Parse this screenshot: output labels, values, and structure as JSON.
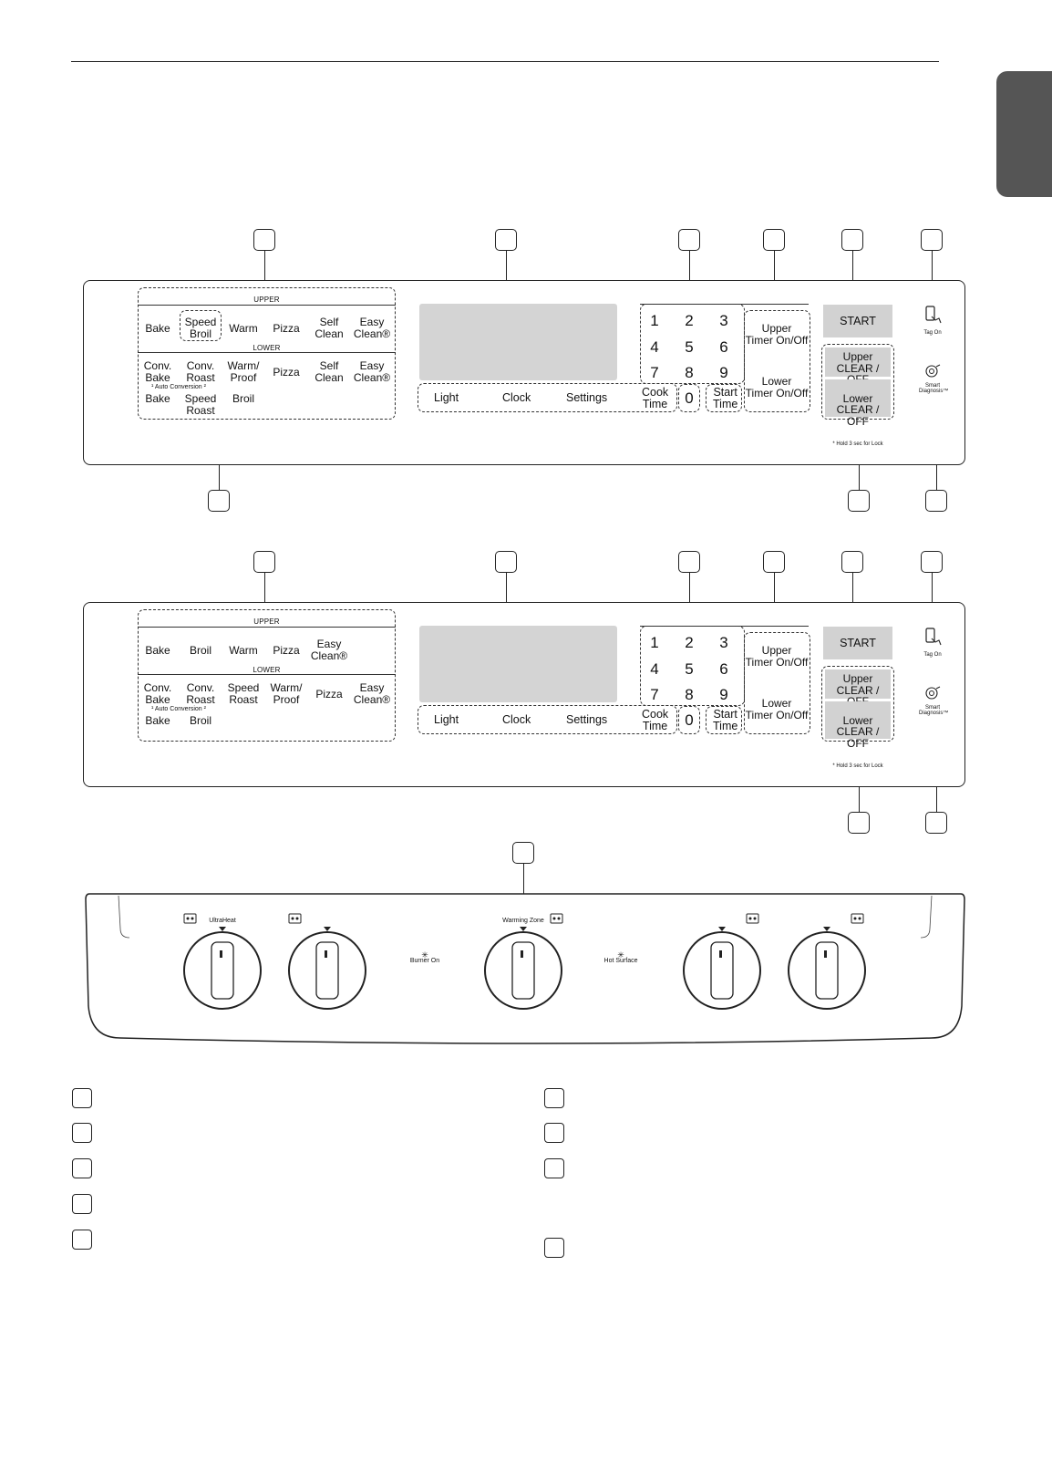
{
  "panel_a": {
    "mode_section": {
      "upper_caption": "UPPER",
      "lower_caption": "LOWER",
      "upper_modes": [
        "Bake",
        "Speed\nBroil",
        "Warm",
        "Pizza",
        "Self\nClean",
        "Easy\nClean®"
      ],
      "lower_modes_row1": [
        "Conv.\nBake",
        "Conv.\nRoast",
        "Warm/\nProof",
        "Pizza",
        "Self\nClean",
        "Easy\nClean®"
      ],
      "auto_conversion": "¹ Auto Conversion ²",
      "lower_modes_row2": [
        "Bake",
        "Speed\nRoast",
        "Broil"
      ]
    },
    "bottom_keys": [
      "Light",
      "Clock",
      "Settings",
      "Cook\nTime"
    ],
    "keypad": [
      "1",
      "2",
      "3",
      "4",
      "5",
      "6",
      "7",
      "8",
      "9",
      "0"
    ],
    "start_time": "Start\nTime",
    "upper_timer": "Upper\nTimer On/Off",
    "lower_timer": "Lower\nTimer On/Off",
    "start": "START",
    "upper_clear": "Upper\nCLEAR / OFF",
    "lower_clear": "Lower\nCLEAR / OFF",
    "lock_note": "* Hold 3 sec for Lock",
    "tag_on": "Tag On",
    "smart_diagnosis": "Smart\nDiagnosis™"
  },
  "panel_b": {
    "mode_section": {
      "upper_caption": "UPPER",
      "lower_caption": "LOWER",
      "upper_modes": [
        "Bake",
        "Broil",
        "Warm",
        "Pizza",
        "Easy\nClean®"
      ],
      "lower_modes_row1": [
        "Conv.\nBake",
        "Conv.\nRoast",
        "Speed\nRoast",
        "Warm/\nProof",
        "Pizza",
        "Easy\nClean®"
      ],
      "auto_conversion": "¹ Auto Conversion ²",
      "lower_modes_row2": [
        "Bake",
        "Broil"
      ]
    },
    "bottom_keys": [
      "Light",
      "Clock",
      "Settings",
      "Cook\nTime"
    ],
    "keypad": [
      "1",
      "2",
      "3",
      "4",
      "5",
      "6",
      "7",
      "8",
      "9",
      "0"
    ],
    "start_time": "Start\nTime",
    "upper_timer": "Upper\nTimer On/Off",
    "lower_timer": "Lower\nTimer On/Off",
    "start": "START",
    "upper_clear": "Upper\nCLEAR / OFF",
    "lower_clear": "Lower\nCLEAR / OFF",
    "lock_note": "* Hold 3 sec for Lock",
    "tag_on": "Tag On",
    "smart_diagnosis": "Smart\nDiagnosis™"
  },
  "cooktop": {
    "ultraheat": "UltraHeat",
    "warming_zone": "Warming Zone",
    "burner_on": "Burner On",
    "hot_surface": "Hot Surface"
  },
  "colors": {
    "display": "#d4d4d4",
    "button": "#d2d2d2",
    "side_tab": "#555555"
  }
}
